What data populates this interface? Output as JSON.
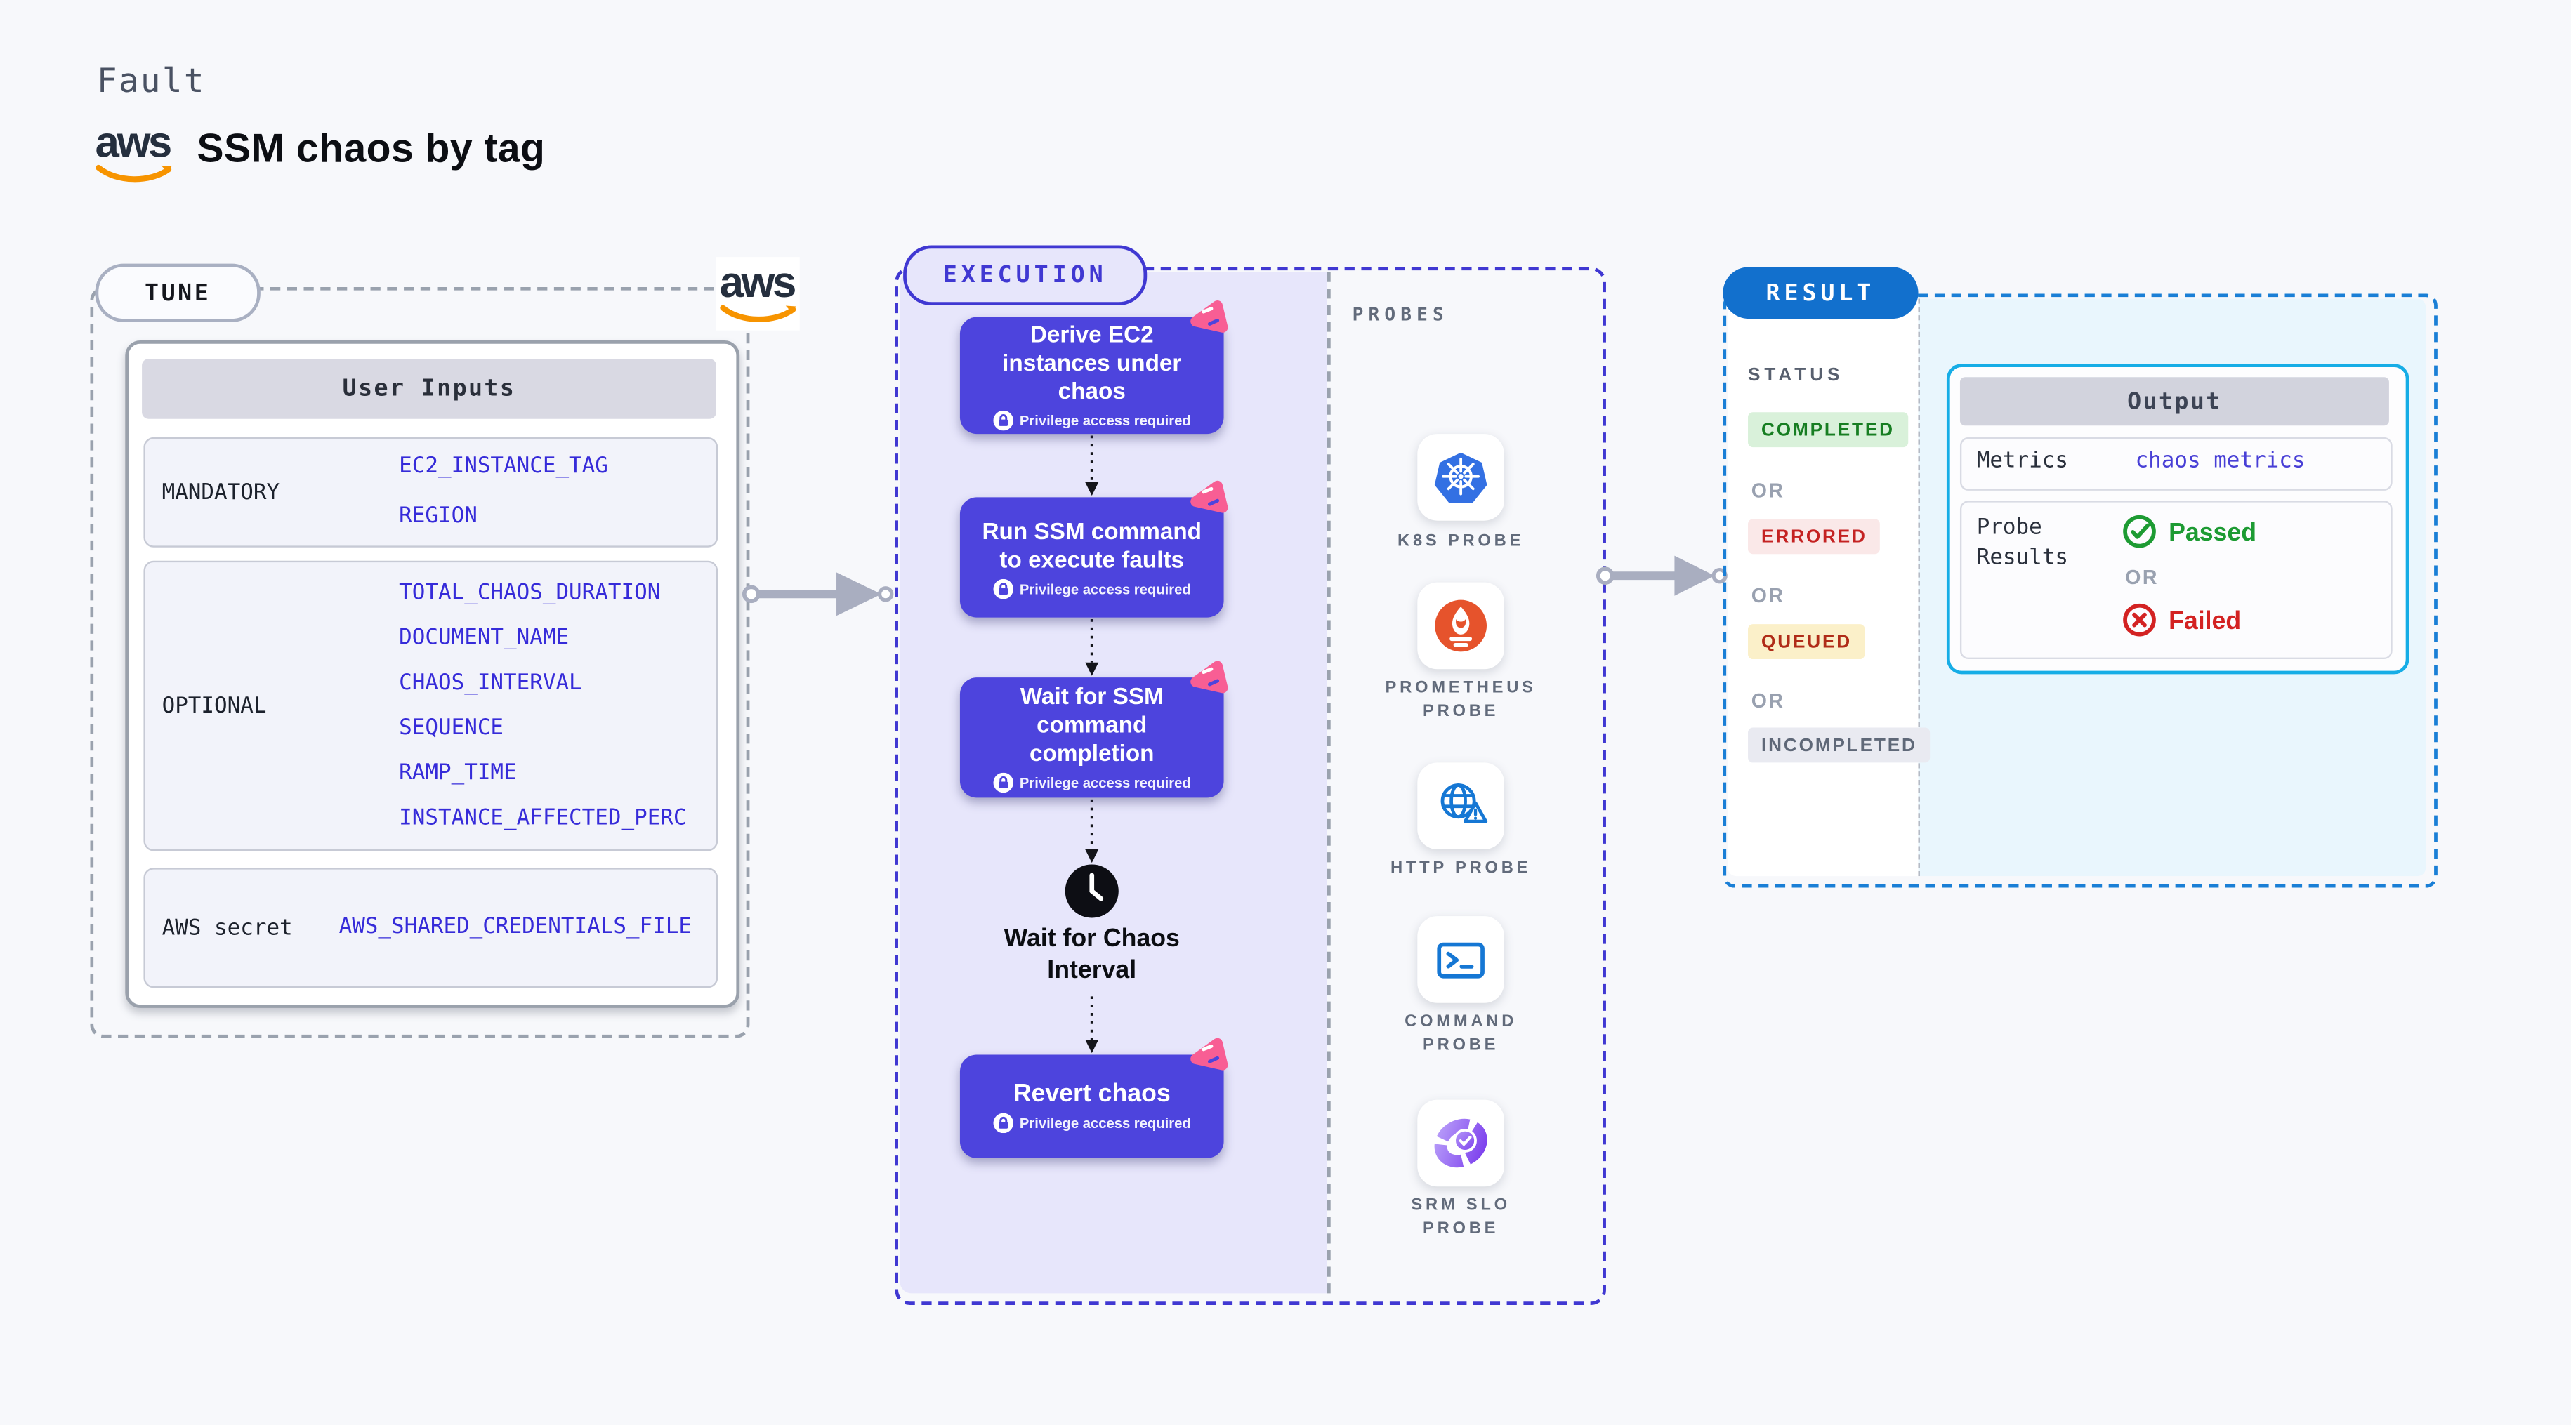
{
  "page": {
    "kind_label": "Fault",
    "title": "SSM chaos by tag",
    "aws_logo_text": "aws"
  },
  "tune": {
    "badge": "TUNE",
    "panel_title": "User Inputs",
    "rows": [
      {
        "label": "MANDATORY",
        "values": [
          "EC2_INSTANCE_TAG",
          "REGION"
        ]
      },
      {
        "label": "OPTIONAL",
        "values": [
          "TOTAL_CHAOS_DURATION",
          "DOCUMENT_NAME",
          "CHAOS_INTERVAL",
          "SEQUENCE",
          "RAMP_TIME",
          "INSTANCE_AFFECTED_PERC"
        ]
      },
      {
        "label": "AWS secret",
        "values": [
          "AWS_SHARED_CREDENTIALS_FILE"
        ]
      }
    ]
  },
  "execution": {
    "badge": "EXECUTION",
    "privilege_note": "Privilege access required",
    "steps": [
      "Derive EC2 instances under chaos",
      "Run SSM command to execute faults",
      "Wait for SSM command completion"
    ],
    "wait_label": "Wait for Chaos Interval",
    "revert_label": "Revert chaos"
  },
  "probes": {
    "heading": "PROBES",
    "items": [
      {
        "label": "K8S PROBE",
        "icon": "kubernetes-icon"
      },
      {
        "label": "PROMETHEUS PROBE",
        "icon": "prometheus-icon"
      },
      {
        "label": "HTTP PROBE",
        "icon": "globe-alert-icon"
      },
      {
        "label": "COMMAND PROBE",
        "icon": "terminal-icon"
      },
      {
        "label": "SRM SLO PROBE",
        "icon": "slo-donut-icon"
      }
    ]
  },
  "result": {
    "badge": "RESULT",
    "status_heading": "STATUS",
    "or_label": "OR",
    "statuses": [
      {
        "label": "COMPLETED",
        "fg": "#177e22",
        "bg": "#d9f1da"
      },
      {
        "label": "ERRORED",
        "fg": "#c42222",
        "bg": "#fae8e8"
      },
      {
        "label": "QUEUED",
        "fg": "#b02c18",
        "bg": "#fbf0c9"
      },
      {
        "label": "INCOMPLETED",
        "fg": "#5f6878",
        "bg": "#e9eaf1"
      }
    ],
    "output": {
      "title": "Output",
      "metrics_label": "Metrics",
      "metrics_value": "chaos metrics",
      "probe_results_label": "Probe Results",
      "passed_label": "Passed",
      "failed_label": "Failed"
    }
  },
  "colors": {
    "accent_indigo": "#4d44dd",
    "execution_border": "#4038d2",
    "value_blue": "#362bd9",
    "result_blue": "#1270cd",
    "result_border": "#1a7fd6",
    "output_border": "#16ade6",
    "passed_green": "#1d9b33",
    "failed_red": "#d32222",
    "aws_orange": "#f79400",
    "chaos_pink": "#f85e94"
  }
}
